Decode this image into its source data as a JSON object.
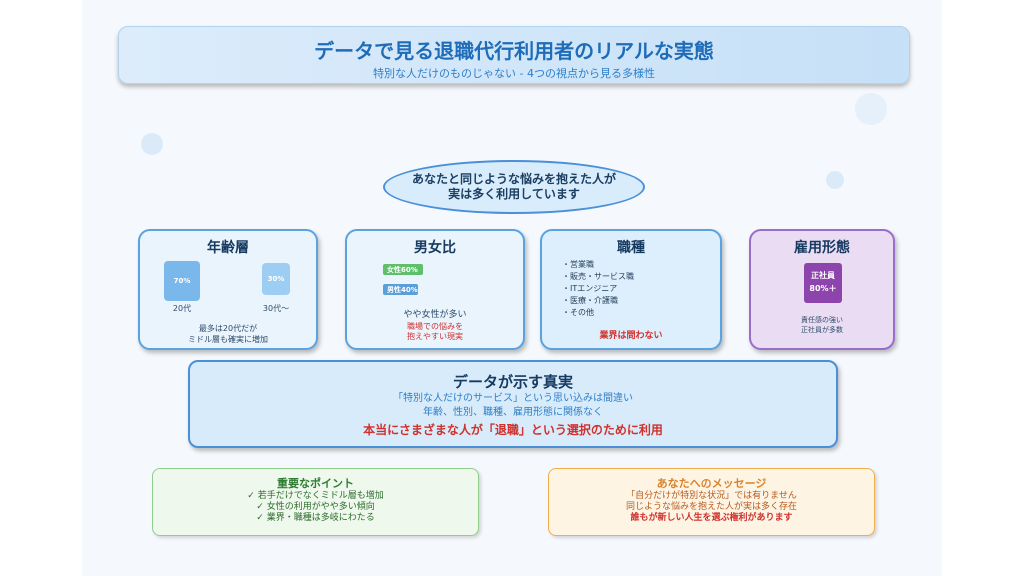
{
  "header": {
    "title": "データで見る退職代行利用者のリアルな実態",
    "subtitle": "特別な人だけのものじゃない - 4つの視点から見る多様性"
  },
  "intro": {
    "line1": "あなたと同じような悩みを抱えた人が",
    "line2": "実は多く利用しています"
  },
  "age": {
    "title": "年齢層",
    "box1": "70%",
    "label1": "20代",
    "box2": "30%",
    "label2": "30代〜",
    "note1": "最多は20代だが",
    "note2": "ミドル層も確実に増加",
    "values": {
      "20s": 70,
      "30s_plus": 30
    }
  },
  "gender": {
    "title": "男女比",
    "female": "女性60%",
    "male": "男性40%",
    "values": {
      "female": 60,
      "male": 40
    },
    "note": "やや女性が多い",
    "red1": "職場での悩みを",
    "red2": "抱えやすい現実"
  },
  "job": {
    "title": "職種",
    "items": [
      "・営業職",
      "・販売・サービス職",
      "・ITエンジニア",
      "・医療・介護職",
      "・その他"
    ],
    "red": "業界は問わない"
  },
  "employment": {
    "title": "雇用形態",
    "box1": "正社員",
    "box2": "80%＋",
    "note1": "責任感の強い",
    "note2": "正社員が多数"
  },
  "truth": {
    "title": "データが示す真実",
    "line1": "「特別な人だけのサービス」という思い込みは間違い",
    "line2": "年齢、性別、職種、雇用形態に関係なく",
    "red": "本当にさまざまな人が「退職」という選択のために利用"
  },
  "points": {
    "title": "重要なポイント",
    "items": [
      "✓ 若手だけでなくミドル層も増加",
      "✓ 女性の利用がやや多い傾向",
      "✓ 業界・職種は多岐にわたる"
    ]
  },
  "message": {
    "title": "あなたへのメッセージ",
    "line1": "「自分だけが特別な状況」では有りません",
    "line2": "同じような悩みを抱えた人が実は多く存在",
    "bold": "誰もが新しい人生を選ぶ権利があります"
  },
  "colors": {
    "accent": "#1f6cb8",
    "red": "#d0312d",
    "purple": "#8e44ad",
    "green": "#5fbf6a"
  }
}
